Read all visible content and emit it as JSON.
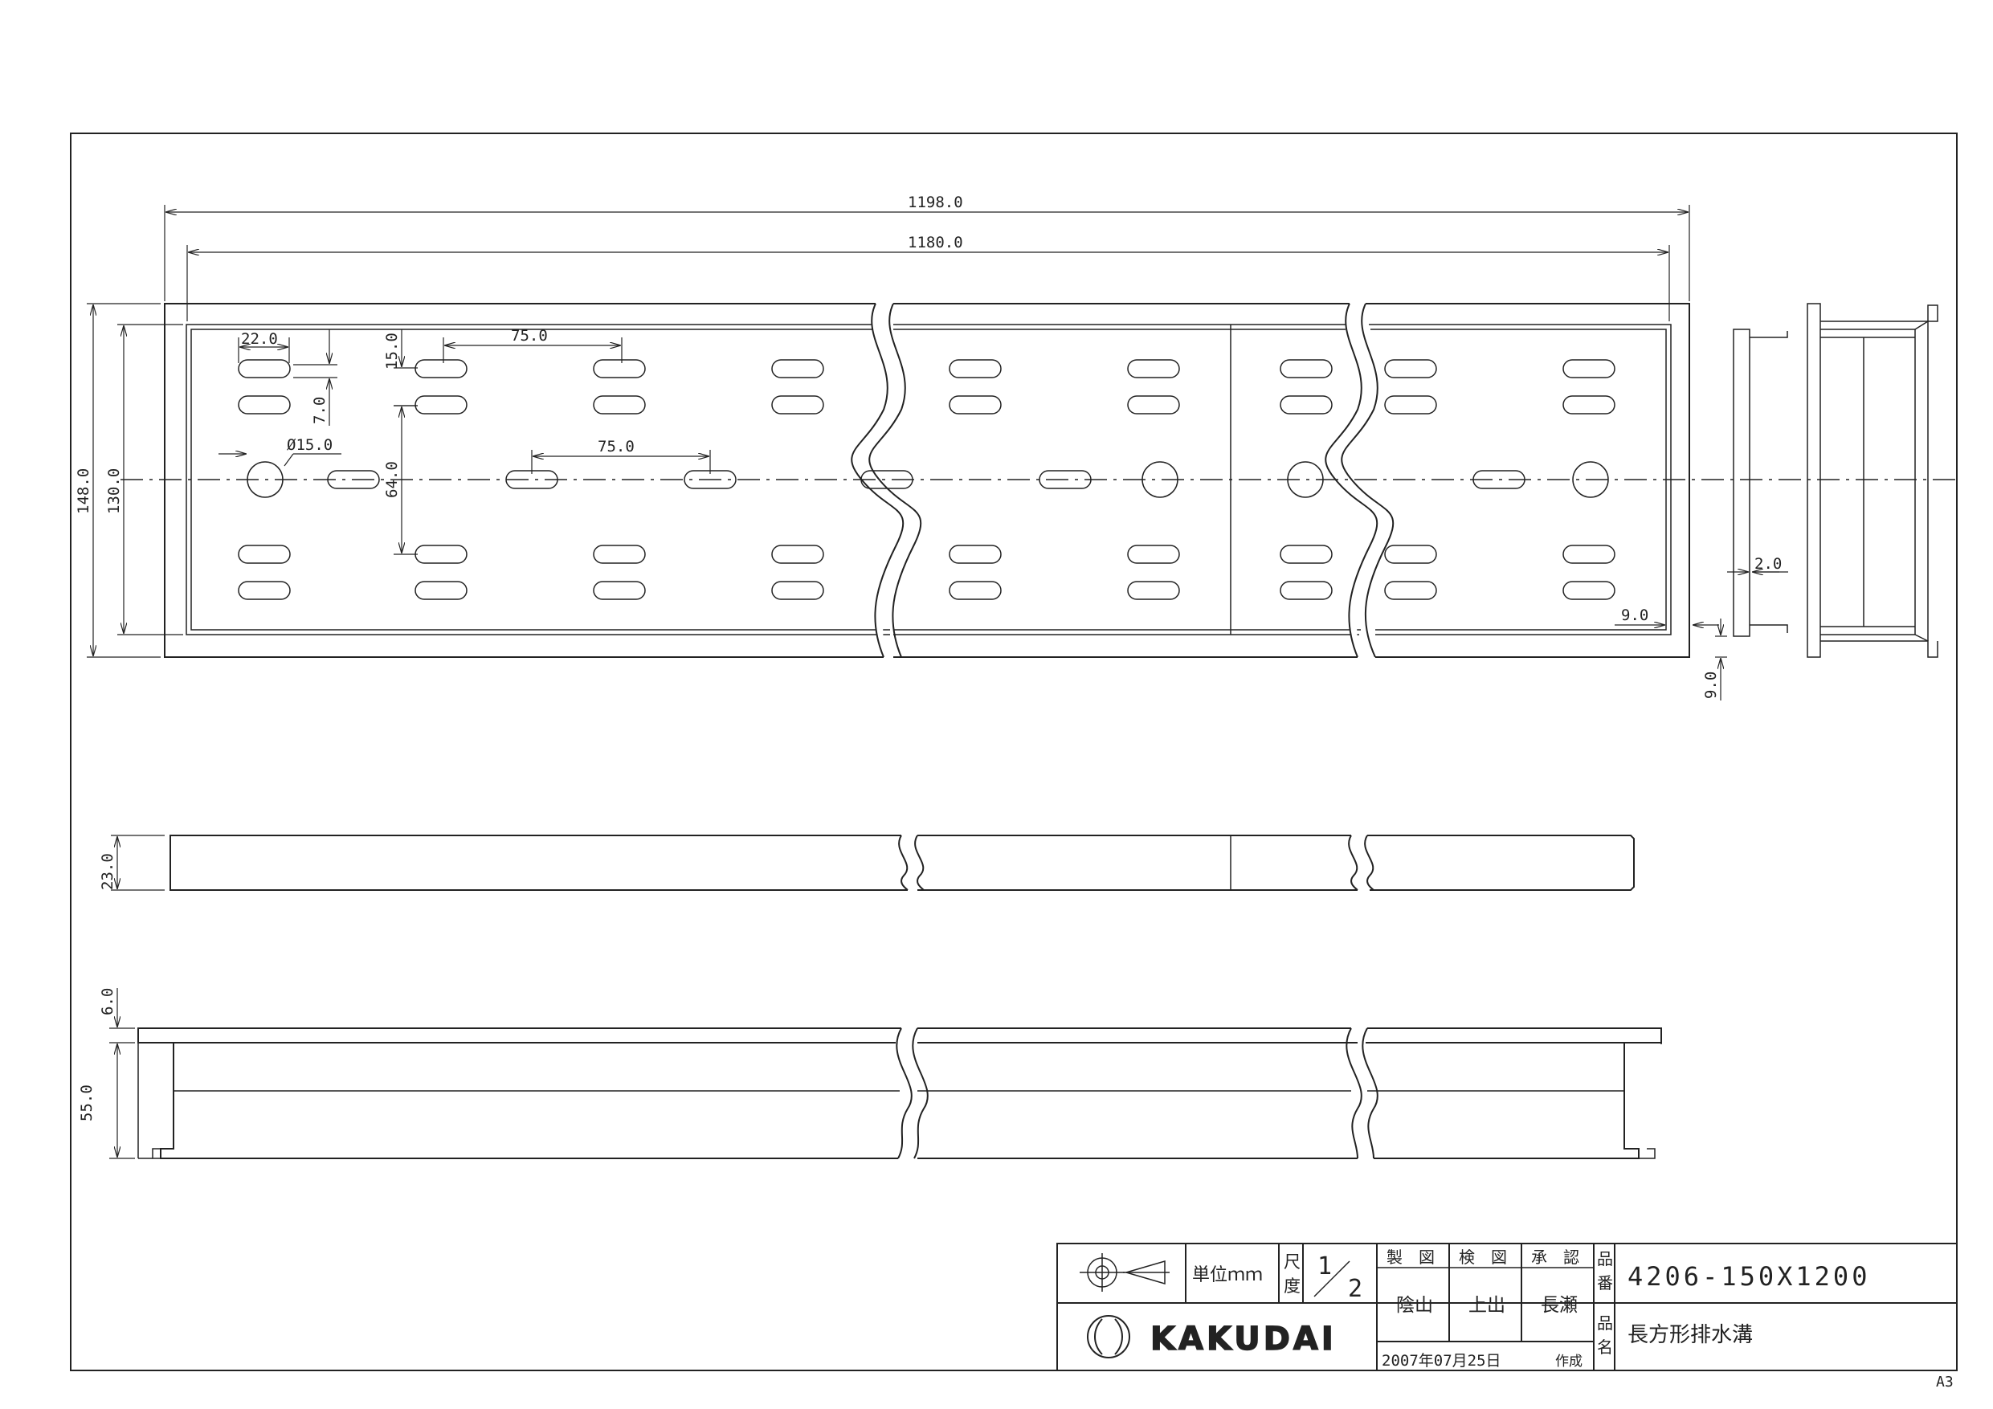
{
  "dimensions": {
    "overall_length": "1198.0",
    "inner_length": "1180.0",
    "overall_width": "148.0",
    "inner_width": "130.0",
    "slot_length": "22.0",
    "slot_pitch_vertical": "15.0",
    "slot_width": "7.0",
    "slot_pitch_horizontal_top": "75.0",
    "hole_diameter": "Ø15.0",
    "center_slot_pitch": "75.0",
    "inner_span": "64.0",
    "wall_thickness": "2.0",
    "side_offset": "9.0",
    "bottom_offset": "9.0",
    "grate_height": "23.0",
    "frame_top": "6.0",
    "frame_height": "55.0"
  },
  "title_block": {
    "unit_label": "単位ｍｍ",
    "scale_label_1": "尺",
    "scale_label_2": "度",
    "scale_num": "1",
    "scale_den": "2",
    "drawn_header": "製　図",
    "checked_header": "検　図",
    "approved_header": "承　認",
    "drawn_by": "陰山",
    "checked_by": "上出",
    "approved_by": "長瀬",
    "part_no_label_1": "品",
    "part_no_label_2": "番",
    "part_no": "4206-150X1200",
    "part_name_label_1": "品",
    "part_name_label_2": "名",
    "part_name": "長方形排水溝",
    "company": "KAKUDAI",
    "date": "2007年07月25日",
    "created": "作成",
    "sheet_size": "A3"
  }
}
